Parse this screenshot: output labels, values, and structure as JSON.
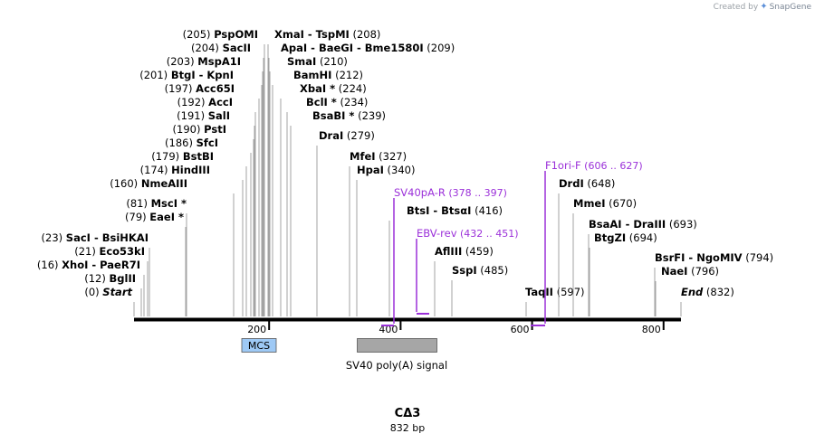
{
  "credit": {
    "prefix": "Created by",
    "brand": "SnapGene",
    "logo_icon": "snapgene-logo-icon"
  },
  "plasmid": {
    "name": "CΔ3",
    "length_label": "832 bp",
    "length": 832
  },
  "ruler": {
    "ticks": [
      200,
      400,
      600,
      800
    ]
  },
  "colors": {
    "site": "#000000",
    "primer": "#9b30d9",
    "mcs": "#9ec9f5",
    "sv40": "#a6a6a6",
    "leader": "#8c8c8c"
  },
  "sites": [
    {
      "pos": "(205)",
      "name": "PspOMI"
    },
    {
      "pos": "(204)",
      "name": "SacII"
    },
    {
      "pos": "(203)",
      "name": "MspA1I"
    },
    {
      "pos": "(201)",
      "name": "BtgI",
      "alt": "KpnI"
    },
    {
      "pos": "(197)",
      "name": "Acc65I"
    },
    {
      "pos": "(192)",
      "name": "AccI"
    },
    {
      "pos": "(191)",
      "name": "SalI"
    },
    {
      "pos": "(190)",
      "name": "PstI"
    },
    {
      "pos": "(186)",
      "name": "SfcI"
    },
    {
      "pos": "(179)",
      "name": "BstBI"
    },
    {
      "pos": "(174)",
      "name": "HindIII"
    },
    {
      "pos": "(160)",
      "name": "NmeAIII"
    },
    {
      "pos": "(81)",
      "name": "MscI *"
    },
    {
      "pos": "(79)",
      "name": "EaeI *"
    },
    {
      "pos": "(23)",
      "name": "SacI",
      "alt": "BsiHKAI"
    },
    {
      "pos": "(21)",
      "name": "Eco53kI"
    },
    {
      "pos": "(16)",
      "name": "XhoI",
      "alt": "PaeR7I"
    },
    {
      "pos": "(12)",
      "name": "BglII"
    },
    {
      "pos": "(0)",
      "name": "Start"
    },
    {
      "pos": "(208)",
      "name": "XmaI",
      "alt": "TspMI"
    },
    {
      "pos": "(209)",
      "name": "ApaI",
      "alt": "BaeGI",
      "alt2": "Bme1580I"
    },
    {
      "pos": "(210)",
      "name": "SmaI"
    },
    {
      "pos": "(212)",
      "name": "BamHI"
    },
    {
      "pos": "(224)",
      "name": "XbaI *"
    },
    {
      "pos": "(234)",
      "name": "BclI *"
    },
    {
      "pos": "(239)",
      "name": "BsaBI *"
    },
    {
      "pos": "(279)",
      "name": "DraI"
    },
    {
      "pos": "(327)",
      "name": "MfeI"
    },
    {
      "pos": "(340)",
      "name": "HpaI"
    },
    {
      "pos": "(416)",
      "name": "BtsI",
      "alt": "BtsαI"
    },
    {
      "pos": "(459)",
      "name": "AflIII"
    },
    {
      "pos": "(485)",
      "name": "SspI"
    },
    {
      "pos": "(597)",
      "name": "TaqII"
    },
    {
      "pos": "(648)",
      "name": "DrdI"
    },
    {
      "pos": "(670)",
      "name": "MmeI"
    },
    {
      "pos": "(693)",
      "name": "BsaAI",
      "alt": "DraIII"
    },
    {
      "pos": "(694)",
      "name": "BtgZI"
    },
    {
      "pos": "(794)",
      "name": "BsrFI",
      "alt": "NgoMIV"
    },
    {
      "pos": "(796)",
      "name": "NaeI"
    },
    {
      "pos": "(832)",
      "name": "End"
    }
  ],
  "primers": [
    {
      "name": "F1ori-F",
      "range": "(606 .. 627)"
    },
    {
      "name": "SV40pA-R",
      "range": "(378 .. 397)"
    },
    {
      "name": "EBV-rev",
      "range": "(432 .. 451)"
    }
  ],
  "features": [
    {
      "name": "MCS"
    },
    {
      "name": "SV40 poly(A) signal"
    }
  ]
}
